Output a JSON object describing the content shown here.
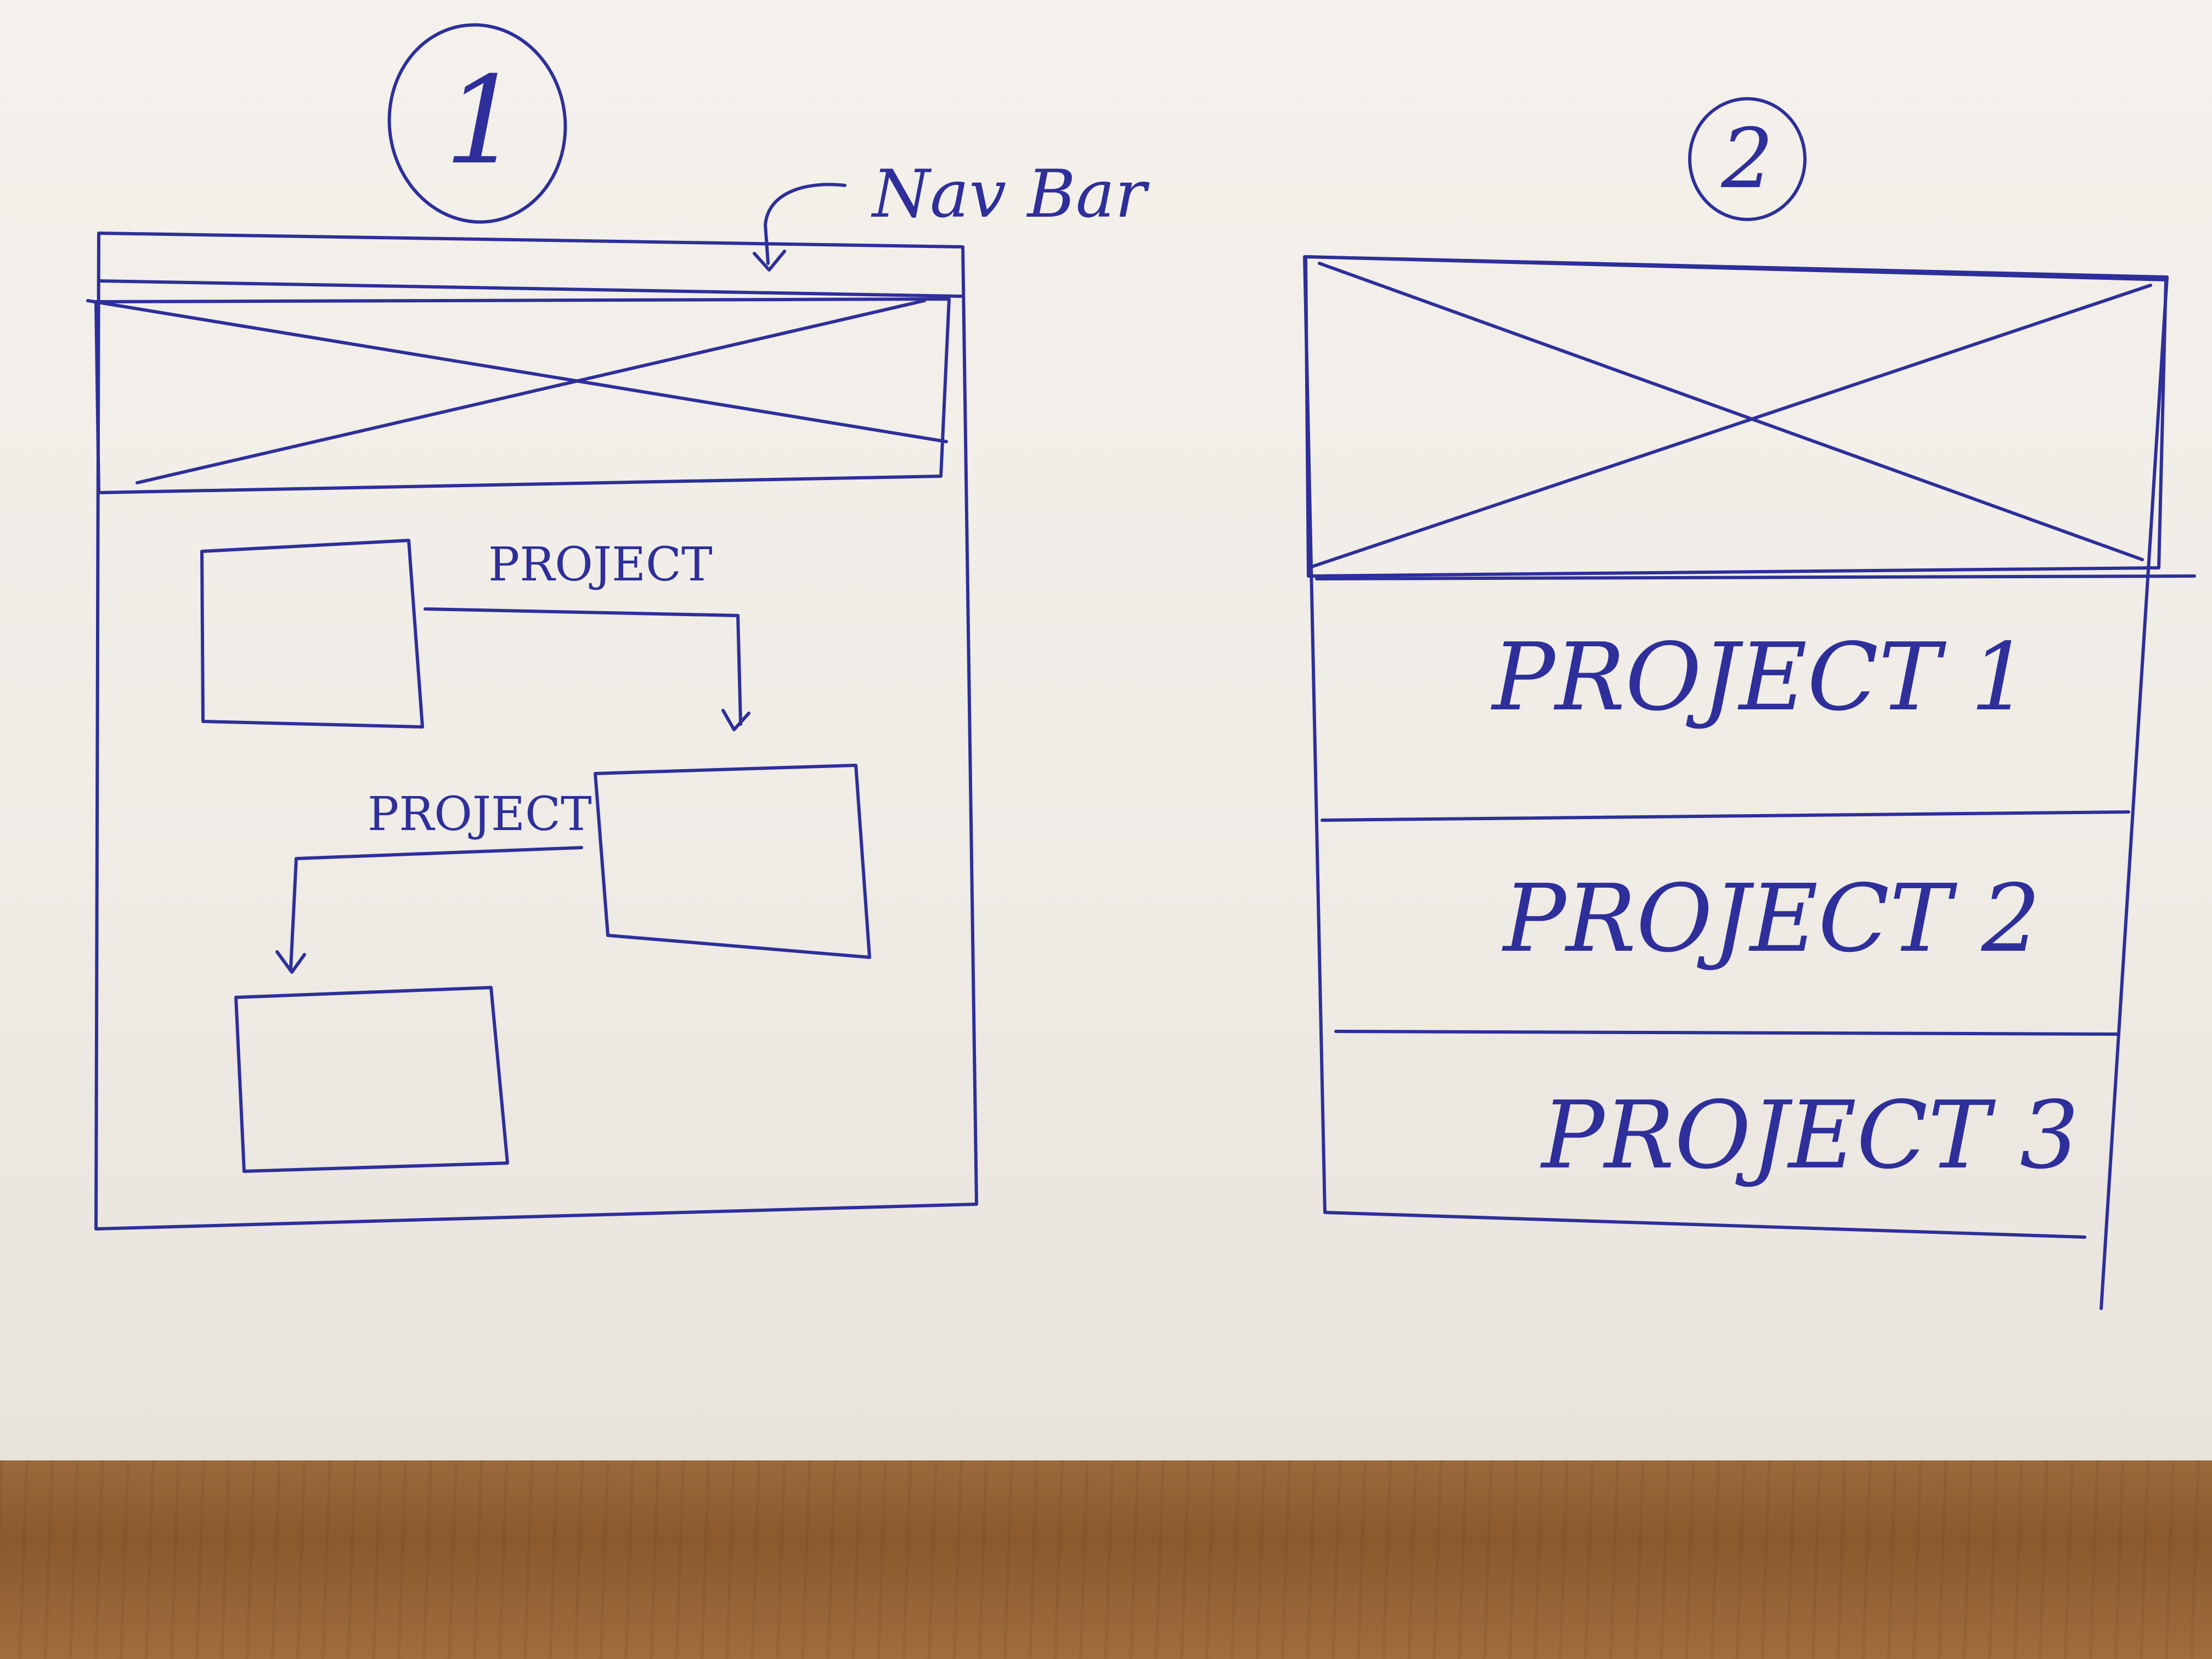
{
  "sketch1": {
    "number": "1",
    "nav_bar_label": "Nav Bar",
    "project_labels": [
      "PROJECT",
      "PROJECT"
    ]
  },
  "sketch2": {
    "number": "2",
    "rows": [
      "PROJECT 1",
      "PROJECT 2",
      "PROJECT 3"
    ]
  },
  "colors": {
    "ink": "#2e2f9a",
    "paper": "#f1eee8",
    "table": "#8f5f30"
  }
}
